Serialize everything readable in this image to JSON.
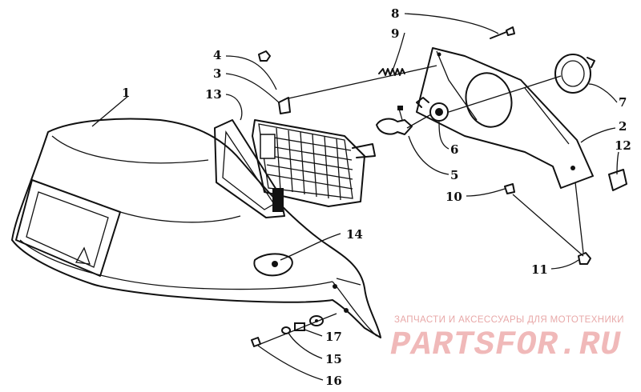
{
  "diagram": {
    "part_labels": [
      "1",
      "2",
      "3",
      "4",
      "5",
      "6",
      "7",
      "8",
      "9",
      "10",
      "11",
      "12",
      "13",
      "14",
      "15",
      "16",
      "17"
    ]
  },
  "watermark": {
    "subtitle": "ЗАПЧАСТИ И АКСЕССУАРЫ ДЛЯ МОТОТЕХНИКИ",
    "logo": "PARTSFOR.RU"
  }
}
